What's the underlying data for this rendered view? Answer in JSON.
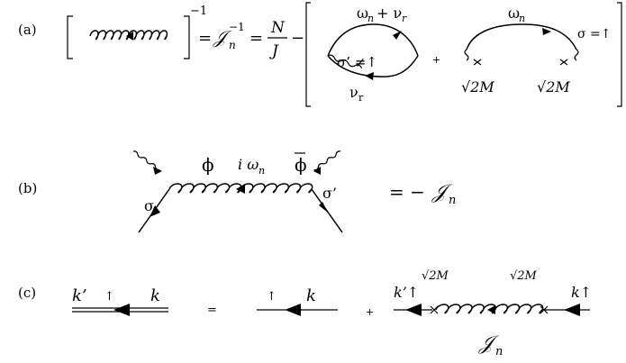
{
  "panel_a": {
    "label": "(a)",
    "exponent": "−1",
    "eq1": "=",
    "J_symbol": "𝒥",
    "J_sub": "n",
    "J_sup": "−1",
    "eq2": "=",
    "frac_num": "N",
    "frac_den": "J",
    "minus": "−",
    "omega_plus_nu": "ω",
    "omega_sub": "n",
    "plus_nu": "+ ν",
    "nu_sub": "r",
    "sigma_prime_label": "σ’ ≠↑",
    "nu_r_label": "ν",
    "nu_r_sub": "r",
    "plus_small": "+",
    "omega_n_right": "ω",
    "omega_n_right_sub": "n",
    "sigma_up": "σ =↑",
    "sqrt2M_left": "√2M",
    "sqrt2M_right": "√2M"
  },
  "panel_b": {
    "label": "(b)",
    "phi": "ϕ",
    "phi_bar": "ϕ",
    "i_omega": "i ω",
    "i_omega_sub": "n",
    "sigma": "σ",
    "sigma_prime": "σ’",
    "equals": "= −",
    "J_symbol": "𝒥",
    "J_sub": "n"
  },
  "panel_c": {
    "label": "(c)",
    "k_prime": "k’",
    "up_arrow": "↑",
    "k": "k",
    "equals": "=",
    "up_arrow2": "↑",
    "k2": "k",
    "plus": "+",
    "k_prime_up": "k’↑",
    "sqrt2M_left": "√2M",
    "sqrt2M_right": "√2M",
    "k_up": "k↑",
    "J_symbol": "𝒥",
    "J_sub": "n"
  }
}
